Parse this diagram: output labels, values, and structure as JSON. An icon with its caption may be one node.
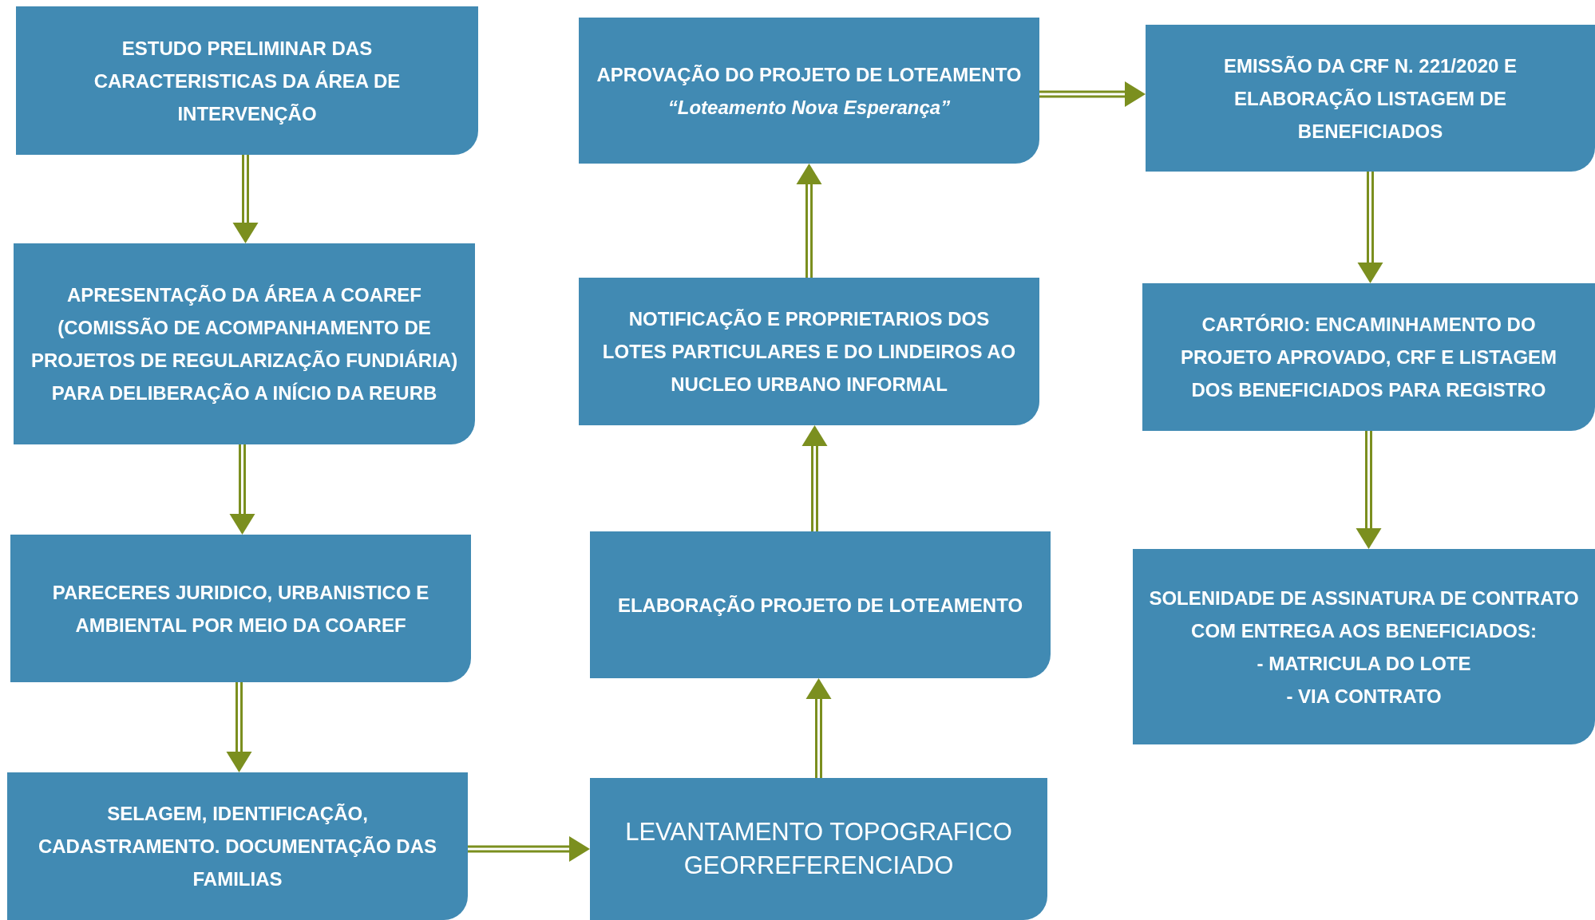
{
  "diagram": {
    "nodes": [
      {
        "text": [
          "ESTUDO PRELIMINAR DAS CARACTERISTICAS DA  ÁREA DE INTERVENÇÃO"
        ]
      },
      {
        "text": [
          "APRESENTAÇÃO DA ÁREA A COAREF (COMISSÃO DE ACOMPANHAMENTO DE PROJETOS DE REGULARIZAÇÃO FUNDIÁRIA) PARA DELIBERAÇÃO A INÍCIO DA REURB"
        ]
      },
      {
        "text": [
          "PARECERES JURIDICO, URBANISTICO E AMBIENTAL POR MEIO DA COAREF"
        ]
      },
      {
        "text": [
          "SELAGEM, IDENTIFICAÇÃO, CADASTRAMENTO. DOCUMENTAÇÃO DAS FAMILIAS"
        ]
      },
      {
        "text": [
          "LEVANTAMENTO TOPOGRAFICO GEORREFERENCIADO"
        ]
      },
      {
        "text": [
          "ELABORAÇÃO PROJETO DE LOTEAMENTO"
        ]
      },
      {
        "text": [
          "NOTIFICAÇÃO E PROPRIETARIOS DOS LOTES PARTICULARES E DO LINDEIROS AO NUCLEO URBANO INFORMAL"
        ]
      },
      {
        "text": [
          "APROVAÇÃO DO PROJETO DE LOTEAMENTO",
          "“Loteamento Nova Esperança”"
        ]
      },
      {
        "text": [
          "EMISSÃO DA CRF N. 221/2020 E ELABORAÇÃO LISTAGEM DE BENEFICIADOS"
        ]
      },
      {
        "text": [
          "CARTÓRIO: ENCAMINHAMENTO DO PROJETO APROVADO, CRF E LISTAGEM DOS BENEFICIADOS PARA REGISTRO"
        ]
      },
      {
        "text": [
          "SOLENIDADE DE ASSINATURA DE CONTRATO COM ENTREGA AOS BENEFICIADOS:",
          "- MATRICULA DO LOTE",
          "- VIA CONTRATO"
        ]
      }
    ],
    "edges": [
      {
        "from": 0,
        "to": 1,
        "arrow": "to"
      },
      {
        "from": 1,
        "to": 2,
        "arrow": "to"
      },
      {
        "from": 2,
        "to": 3,
        "arrow": "to"
      },
      {
        "from": 3,
        "to": 4,
        "arrow": "to"
      },
      {
        "from": 4,
        "to": 5,
        "arrow": "to"
      },
      {
        "from": 5,
        "to": 6,
        "arrow": "to"
      },
      {
        "from": 6,
        "to": 7,
        "arrow": "to"
      },
      {
        "from": 7,
        "to": 8,
        "arrow": "to"
      },
      {
        "from": 8,
        "to": 9,
        "arrow": "to"
      },
      {
        "from": 9,
        "to": 10,
        "arrow": "to"
      }
    ]
  }
}
